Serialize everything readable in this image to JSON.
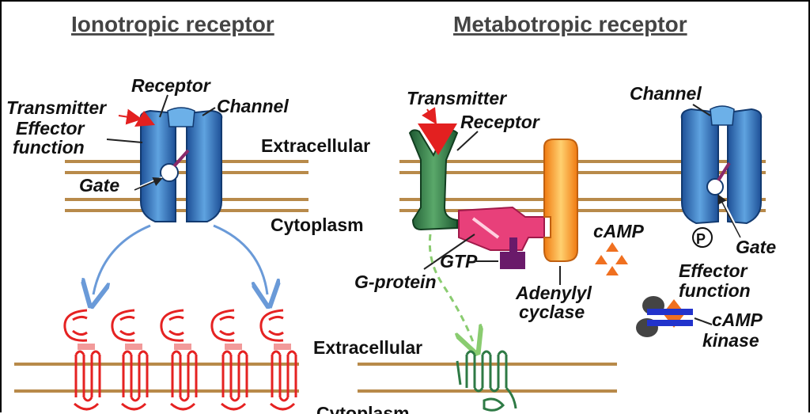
{
  "titles": {
    "ionotropic": "Ionotropic receptor",
    "metabotropic": "Metabotropic receptor"
  },
  "labels": {
    "receptor_left": "Receptor",
    "transmitter_left": "Transmitter",
    "channel_left": "Channel",
    "effector_left_1": "Effector",
    "effector_left_2": "function",
    "gate_left": "Gate",
    "extracellular_1": "Extracellular",
    "cytoplasm_1": "Cytoplasm",
    "transmitter_right": "Transmitter",
    "receptor_right": "Receptor",
    "channel_right": "Channel",
    "gtp": "GTP",
    "gprotein": "G-protein",
    "camp": "cAMP",
    "adenylyl_1": "Adenylyl",
    "adenylyl_2": "cyclase",
    "p": "P",
    "gate_right": "Gate",
    "effector_right_1": "Effector",
    "effector_right_2": "function",
    "camp_kinase_1": "cAMP",
    "camp_kinase_2": "kinase",
    "extracellular_2": "Extracellular",
    "cytoplasm_2": "Cytoplasm"
  },
  "colors": {
    "membrane": "#b88a4a",
    "channel": "#2e6fb8",
    "receptor_green": "#2e7a45",
    "transmitter": "#e32020",
    "gprotein": "#e8407a",
    "gtp": "#6a1a6a",
    "adenylyl": "#f5a030",
    "camp": "#f07020",
    "arrow_blue": "#6a9ad8",
    "arrow_green": "#8acc70",
    "red_receptor": "#e52222",
    "kinase_blue": "#2233cc"
  }
}
